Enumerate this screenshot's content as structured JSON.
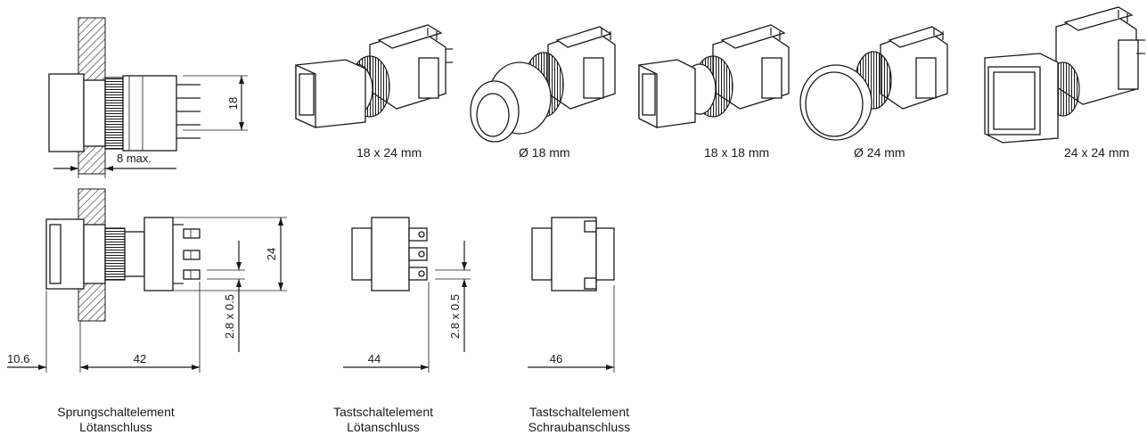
{
  "variants": [
    {
      "label": "18 x 24 mm",
      "shape": "rect-wide"
    },
    {
      "label": "Ø 18 mm",
      "shape": "round-small"
    },
    {
      "label": "18 x 18 mm",
      "shape": "square-small"
    },
    {
      "label": "Ø 24 mm",
      "shape": "round-large"
    },
    {
      "label": "24 x 24 mm",
      "shape": "square-large"
    }
  ],
  "dimensions": {
    "height_18": "18",
    "depth_8max": "8 max.",
    "height_24": "24",
    "pin_a": "2.8 x 0.5",
    "pin_b": "2.8 x 0.5",
    "len_10_6": "10.6",
    "len_42": "42",
    "len_44": "44",
    "len_46": "46"
  },
  "captions": [
    {
      "line1": "Sprungschaltelement",
      "line2": "Lötanschluss"
    },
    {
      "line1": "Tastschaltelement",
      "line2": "Lötanschluss"
    },
    {
      "line1": "Tastschaltelement",
      "line2": "Schraubanschluss"
    }
  ],
  "colors": {
    "ink": "#1a1a1a",
    "hatch": "#444444",
    "background": "#ffffff"
  }
}
